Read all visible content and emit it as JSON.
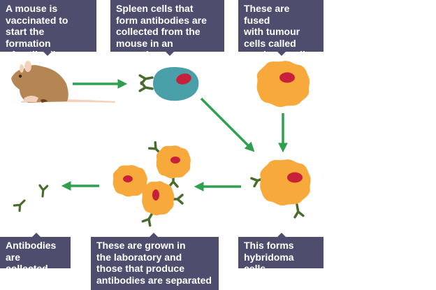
{
  "title": "Production of monoclonal antibodies",
  "steps": [
    {
      "id": "vaccinate",
      "text": "A mouse is\nvaccinated to\nstart the formation\nof antibodies"
    },
    {
      "id": "spleen",
      "text": "Spleen cells that\nform antibodies are\ncollected from the\nmouse in an operation"
    },
    {
      "id": "fuse",
      "text": "These are fused\nwith tumour\ncells called\nmyeloma cells"
    },
    {
      "id": "collect",
      "text": "Antibodies\nare collected"
    },
    {
      "id": "grow",
      "text": "These are grown in\nthe laboratory and\nthose that produce\nantibodies are separated"
    },
    {
      "id": "hybridoma",
      "text": "This forms\nhybridoma cells"
    }
  ],
  "illustrations": {
    "mouse": "mouse-icon",
    "spleen_cell": "spleen-cell-icon",
    "myeloma_cell": "myeloma-cell-icon",
    "hybridoma_cell": "hybridoma-cell-icon",
    "cultured_cells": "hybridoma-cluster-icon",
    "antibodies": "antibody-icon"
  },
  "colors": {
    "label_bg": "#4f4d6e",
    "label_text": "#ffffff",
    "arrow": "#2ea04f",
    "antibody": "#4a6b2e",
    "orange_cell": "#f8a93c",
    "nucleus": "#c8203a",
    "spleen_cell": "#4aa0a8",
    "mouse_body": "#b58553",
    "mouse_pink": "#f3d2bd"
  }
}
